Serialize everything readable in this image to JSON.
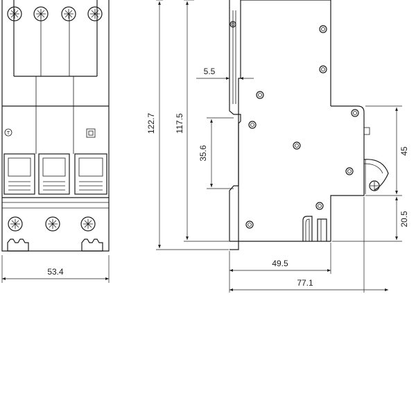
{
  "dimensions": {
    "width_front": "53.4",
    "height_total": "122.7",
    "height_body": "117.5",
    "top_step": "5.5",
    "rail_slot": "35.6",
    "right_block": "45",
    "terminal_block": "20.5",
    "depth_front": "49.5",
    "depth_total": "77.1"
  },
  "front_label": "T"
}
